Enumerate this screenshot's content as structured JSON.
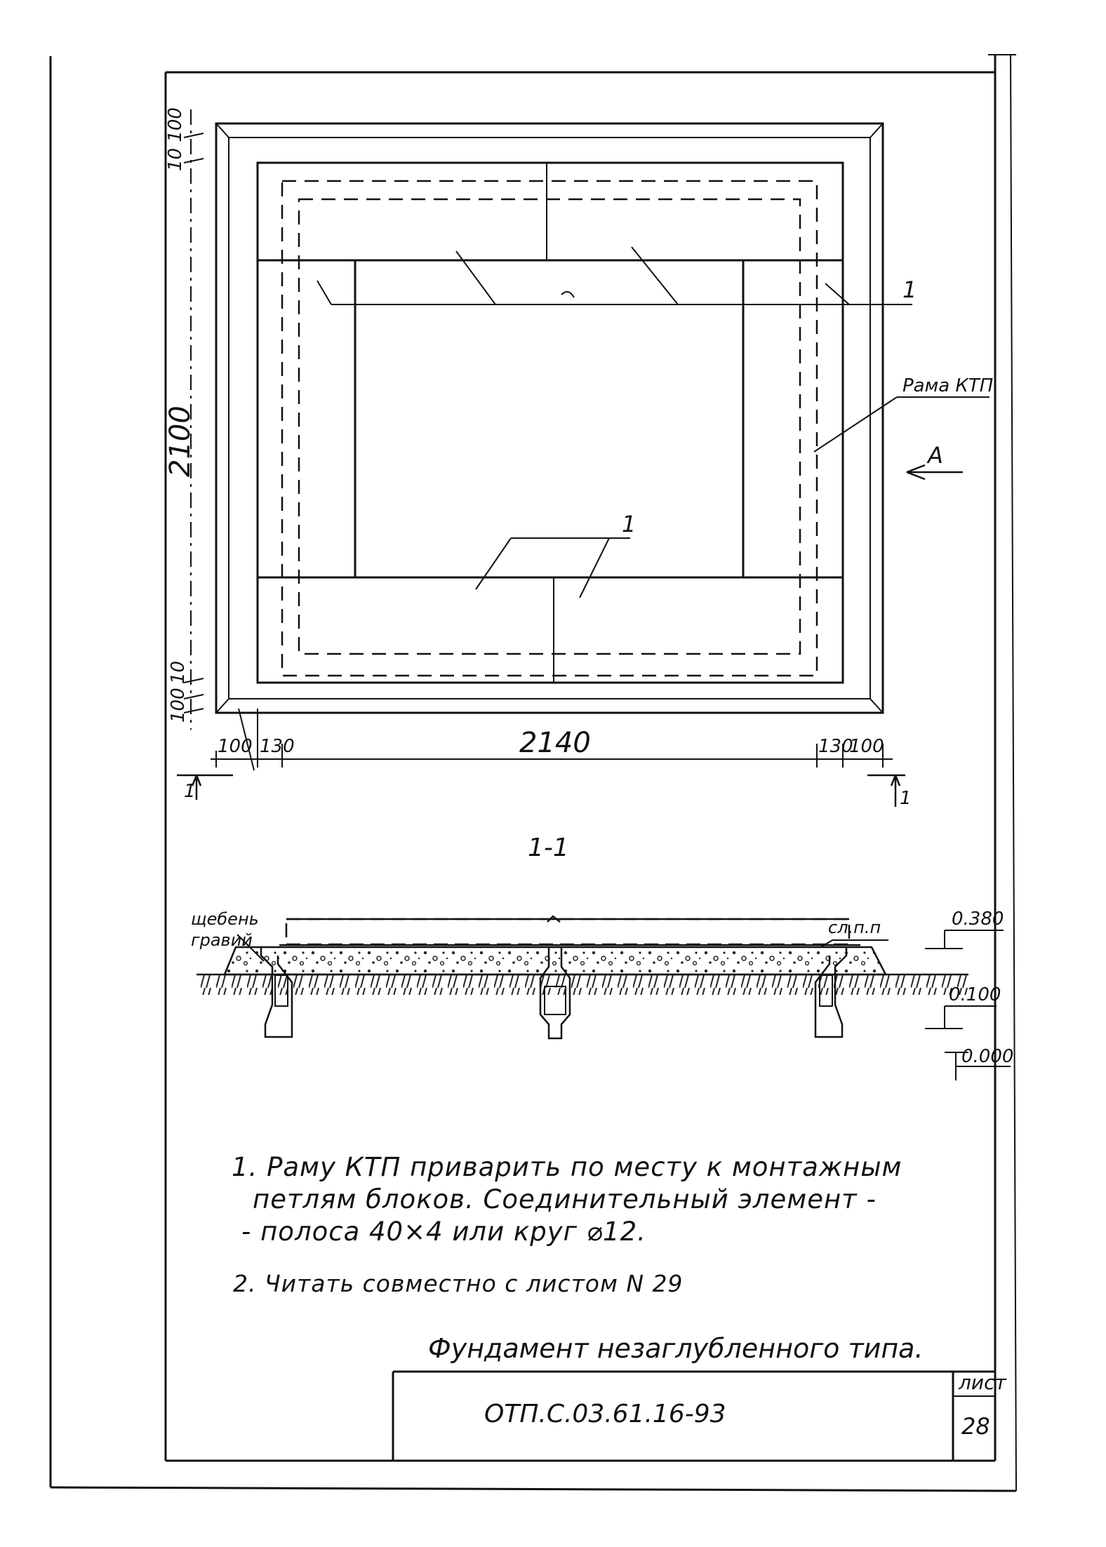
{
  "plan": {
    "dimensions": {
      "top_small": "10 100",
      "vertical_span": "2100",
      "bottom_small": "10",
      "bottom_100": "100",
      "horizontal_span": "2140",
      "left_100": "100",
      "left_130": "130",
      "right_130": "130",
      "right_100": "100"
    },
    "callouts": {
      "item_top": "1",
      "item_bottom": "1",
      "frame_label": "Рама КТП",
      "view_arrow": "А"
    },
    "section_marks": {
      "left": "1",
      "right": "1"
    }
  },
  "section": {
    "title": "1-1",
    "labels": {
      "gravel": "щебень гравий",
      "asphalt": "сл.п.п"
    },
    "elevations": [
      "0.380",
      "0.100",
      "0.000"
    ]
  },
  "notes": [
    "1. Раму КТП приварить по месту к монтажным",
    "петлям блоков. Соединительный элемент -",
    "- полоса 40×4 или круг ⌀12.",
    "2. Читать совместно с листом N 29"
  ],
  "title_block": {
    "drawing_title": "Фундамент незаглубленного типа.",
    "code": "ОТП.С.03.61.16-93",
    "sheet_label": "лист",
    "sheet_number": "28"
  }
}
